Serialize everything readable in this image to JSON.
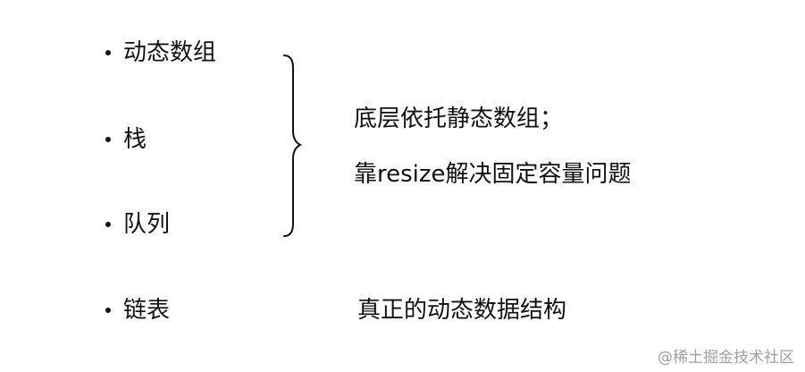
{
  "items": [
    {
      "label": "动态数组"
    },
    {
      "label": "栈"
    },
    {
      "label": "队列"
    },
    {
      "label": "链表"
    }
  ],
  "group_notes": [
    "底层依托静态数组；",
    "靠resize解决固定容量问题"
  ],
  "linked_list_note": "真正的动态数据结构",
  "watermark": "@稀土掘金技术社区"
}
